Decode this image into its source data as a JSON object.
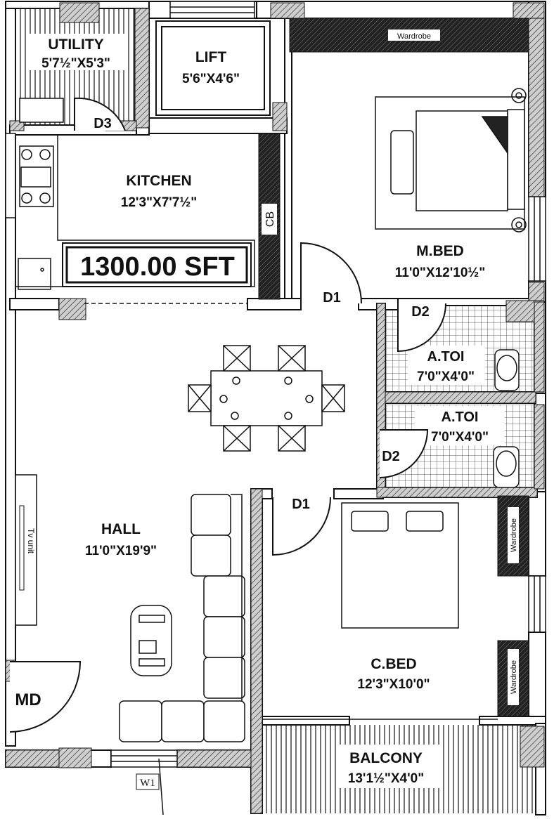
{
  "rooms": {
    "utility": {
      "name": "UTILITY",
      "size": "5'7½\"X5'3\""
    },
    "lift": {
      "name": "LIFT",
      "size": "5'6\"X4'6\""
    },
    "kitchen": {
      "name": "KITCHEN",
      "size": "12'3\"X7'7½\""
    },
    "mbed": {
      "name": "M.BED",
      "size": "11'0\"X12'10½\""
    },
    "atoi1": {
      "name": "A.TOI",
      "size": "7'0\"X4'0\""
    },
    "atoi2": {
      "name": "A.TOI",
      "size": "7'0\"X4'0\""
    },
    "hall": {
      "name": "HALL",
      "size": "11'0\"X19'9\""
    },
    "cbed": {
      "name": "C.BED",
      "size": "12'3\"X10'0\""
    },
    "balcony": {
      "name": "BALCONY",
      "size": "13'1½\"X4'0\""
    }
  },
  "area_label": "1300.00 SFT",
  "doors": {
    "d1_mbed": "D1",
    "d1_cbed": "D1",
    "d2_toi1": "D2",
    "d2_toi2": "D2",
    "d3": "D3",
    "md": "MD"
  },
  "window_label": "W1",
  "cb_label": "CB",
  "wardrobe_label": "Wardrobe",
  "tv_label": "Tv unit",
  "colors": {
    "wall": "#555555",
    "line": "#111111",
    "hatch": "#222222"
  }
}
